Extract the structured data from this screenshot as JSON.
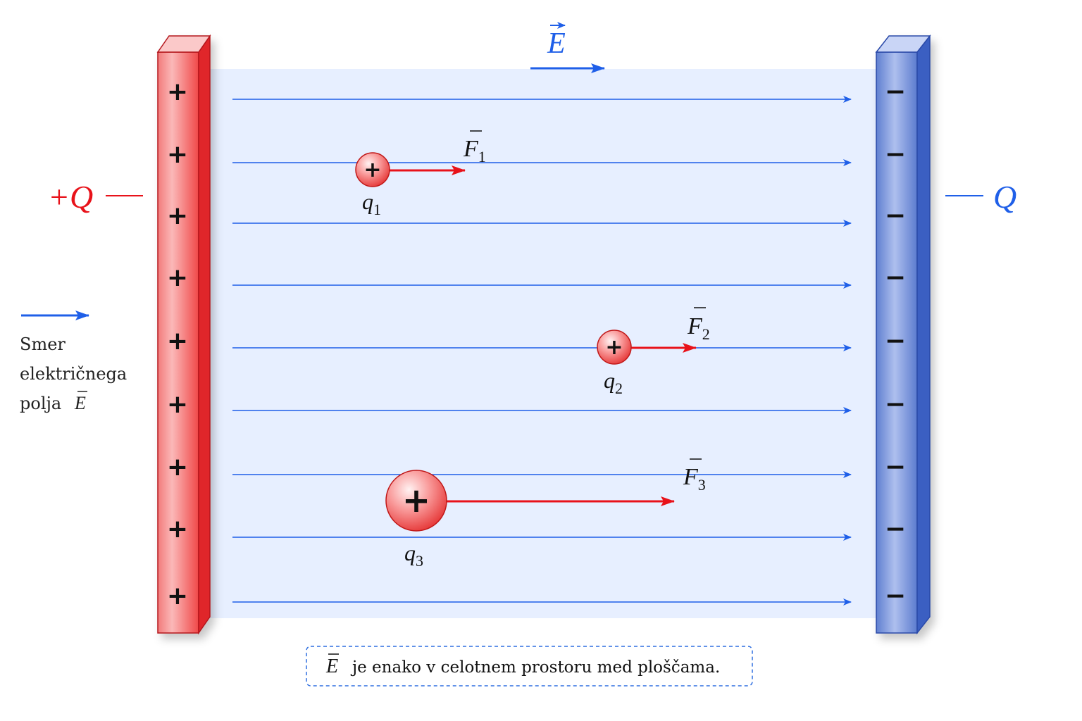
{
  "field_symbol": "E",
  "plates": {
    "positive": {
      "label": "+Q",
      "sign": "+",
      "count": 9
    },
    "negative": {
      "label": "Q",
      "sign": "−",
      "count": 9
    }
  },
  "field_line_count": 9,
  "legend": {
    "line1": "Smer",
    "line2": "električnega",
    "line3": "polja"
  },
  "charges": [
    {
      "name": "q",
      "sub": "1",
      "sign": "+",
      "force": "F",
      "force_sub": "1"
    },
    {
      "name": "q",
      "sub": "2",
      "sign": "+",
      "force": "F",
      "force_sub": "2"
    },
    {
      "name": "q",
      "sub": "3",
      "sign": "+",
      "force": "F",
      "force_sub": "3"
    }
  ],
  "note": "je enako v celotnem prostoru med ploščama.",
  "colors": {
    "field_blue": "#1f5fe8",
    "positive_red": "#e8121a",
    "field_region": "#e7efff",
    "negative_plate": "#6f8fd6"
  }
}
